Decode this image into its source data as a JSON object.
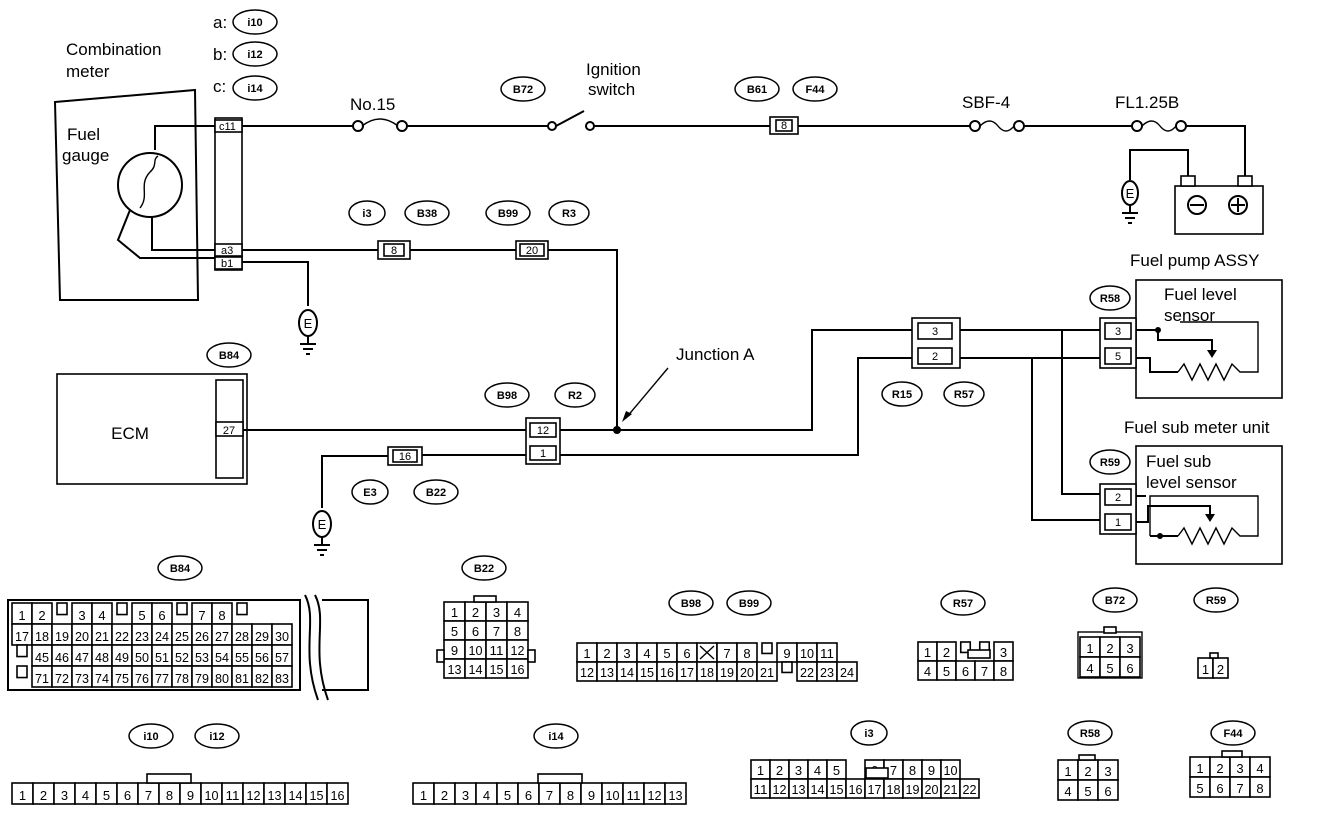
{
  "labels": {
    "combination_meter": [
      "Combination",
      "meter"
    ],
    "fuel_gauge": [
      "Fuel",
      "gauge"
    ],
    "meter_conn_a": "a:",
    "meter_conn_b": "b:",
    "meter_conn_c": "c:",
    "fuse_no15": "No.15",
    "ignition_switch": [
      "Ignition",
      "switch"
    ],
    "sbf4": "SBF-4",
    "fl125b": "FL1.25B",
    "fuel_pump_assy": "Fuel pump ASSY",
    "fuel_level_sensor": [
      "Fuel level",
      "sensor"
    ],
    "fuel_sub_meter_unit": "Fuel sub meter unit",
    "fuel_sub_level_sensor": [
      "Fuel sub",
      "level sensor"
    ],
    "junction_a": "Junction A",
    "ecm": "ECM",
    "ground": "E"
  },
  "tags": {
    "i10": "i10",
    "i12": "i12",
    "i14": "i14",
    "B72": "B72",
    "B61": "B61",
    "F44": "F44",
    "i3": "i3",
    "B38": "B38",
    "B99": "B99",
    "R3": "R3",
    "B84": "B84",
    "B98": "B98",
    "R2": "R2",
    "E3": "E3",
    "B22": "B22",
    "R15": "R15",
    "R57": "R57",
    "R58": "R58",
    "R59": "R59"
  },
  "pins": {
    "c11": "c11",
    "a3": "a3",
    "b1": "b1",
    "p8_b61": "8",
    "p8_i3": "8",
    "p20": "20",
    "p27": "27",
    "p12": "12",
    "p1_b98": "1",
    "p16": "16",
    "p3_r15": "3",
    "p2_r15": "2",
    "p3_r58": "3",
    "p5_r58": "5",
    "p2_r59": "2",
    "p1_r59": "1"
  },
  "connectors": {
    "B84": {
      "tag": "B84",
      "rows": [
        [
          "1",
          "2",
          "",
          "3",
          "4",
          "",
          "5",
          "6",
          "",
          "7",
          "8",
          ""
        ],
        [
          "17",
          "18",
          "19",
          "20",
          "21",
          "22",
          "23",
          "24",
          "25",
          "26",
          "27",
          "28",
          "29",
          "30"
        ],
        [
          "",
          "45",
          "46",
          "47",
          "48",
          "49",
          "50",
          "51",
          "52",
          "53",
          "54",
          "55",
          "56",
          "57"
        ],
        [
          "",
          "71",
          "72",
          "73",
          "74",
          "75",
          "76",
          "77",
          "78",
          "79",
          "80",
          "81",
          "82",
          "83"
        ]
      ]
    },
    "B22": {
      "tag": "B22",
      "rows": [
        [
          "1",
          "2",
          "3",
          "4"
        ],
        [
          "5",
          "6",
          "7",
          "8"
        ],
        [
          "9",
          "10",
          "11",
          "12"
        ],
        [
          "13",
          "14",
          "15",
          "16"
        ]
      ]
    },
    "B98_B99": {
      "tags": [
        "B98",
        "B99"
      ],
      "rows": [
        [
          "1",
          "2",
          "3",
          "4",
          "5",
          "6",
          "X",
          "7",
          "8",
          "",
          "9",
          "10",
          "11"
        ],
        [
          "12",
          "13",
          "14",
          "15",
          "16",
          "17",
          "18",
          "19",
          "20",
          "21",
          "",
          "22",
          "23",
          "24"
        ]
      ]
    },
    "R57": {
      "tag": "R57",
      "rows": [
        [
          "1",
          "2",
          "",
          "",
          "3"
        ],
        [
          "4",
          "5",
          "6",
          "7",
          "8"
        ]
      ]
    },
    "B72": {
      "tag": "B72",
      "rows": [
        [
          "1",
          "2",
          "3"
        ],
        [
          "4",
          "5",
          "6"
        ]
      ]
    },
    "R59": {
      "tag": "R59",
      "rows": [
        [
          "1",
          "2"
        ]
      ]
    },
    "i10_i12": {
      "tags": [
        "i10",
        "i12"
      ],
      "rows": [
        [
          "1",
          "2",
          "3",
          "4",
          "5",
          "6",
          "7",
          "8",
          "9",
          "10",
          "11",
          "12",
          "13",
          "14",
          "15",
          "16"
        ]
      ]
    },
    "i14": {
      "tag": "i14",
      "rows": [
        [
          "1",
          "2",
          "3",
          "4",
          "5",
          "6",
          "7",
          "8",
          "9",
          "10",
          "11",
          "12",
          "13"
        ]
      ]
    },
    "i3": {
      "tag": "i3",
      "rows": [
        [
          "1",
          "2",
          "3",
          "4",
          "5",
          "",
          "6",
          "7",
          "8",
          "9",
          "10"
        ],
        [
          "11",
          "12",
          "13",
          "14",
          "15",
          "16",
          "17",
          "18",
          "19",
          "20",
          "21",
          "22"
        ]
      ]
    },
    "R58": {
      "tag": "R58",
      "rows": [
        [
          "1",
          "2",
          "3"
        ],
        [
          "4",
          "5",
          "6"
        ]
      ]
    },
    "F44": {
      "tag": "F44",
      "rows": [
        [
          "1",
          "2",
          "3",
          "4"
        ],
        [
          "5",
          "6",
          "7",
          "8"
        ]
      ]
    }
  }
}
